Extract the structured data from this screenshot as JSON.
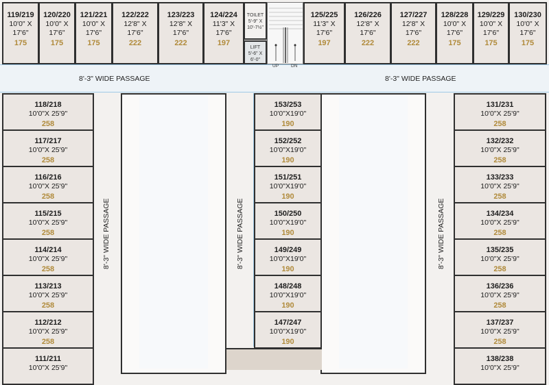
{
  "top_units_left": [
    {
      "no": "119/219",
      "dim1": "10'0\" X",
      "dim2": "17'6\"",
      "area": "175"
    },
    {
      "no": "120/220",
      "dim1": "10'0\" X",
      "dim2": "17'6\"",
      "area": "175"
    },
    {
      "no": "121/221",
      "dim1": "10'0\" X",
      "dim2": "17'6\"",
      "area": "175"
    },
    {
      "no": "122/222",
      "dim1": "12'8\" X",
      "dim2": "17'6\"",
      "area": "222"
    },
    {
      "no": "123/223",
      "dim1": "12'8\" X",
      "dim2": "17'6\"",
      "area": "222"
    },
    {
      "no": "124/224",
      "dim1": "11'3\" X",
      "dim2": "17'6\"",
      "area": "197"
    }
  ],
  "top_units_right": [
    {
      "no": "125/225",
      "dim1": "11'3\" X",
      "dim2": "17'6\"",
      "area": "197"
    },
    {
      "no": "126/226",
      "dim1": "12'8\" X",
      "dim2": "17'6\"",
      "area": "222"
    },
    {
      "no": "127/227",
      "dim1": "12'8\" X",
      "dim2": "17'6\"",
      "area": "222"
    },
    {
      "no": "128/228",
      "dim1": "10'0\" X",
      "dim2": "17'6\"",
      "area": "175"
    },
    {
      "no": "129/229",
      "dim1": "10'0\" X",
      "dim2": "17'6\"",
      "area": "175"
    },
    {
      "no": "130/230",
      "dim1": "10'0\" X",
      "dim2": "17'6\"",
      "area": "175"
    }
  ],
  "toilet": {
    "label": "TOILET",
    "d1": "5'-9\" X",
    "d2": "10'-7½\""
  },
  "lift": {
    "label": "LIFT",
    "d1": "5'-6\" X",
    "d2": "6'-0\""
  },
  "stairs": {
    "up": "UP",
    "dn": "DN"
  },
  "passages": {
    "top_left": "8'-3\" WIDE PASSAGE",
    "top_right": "8'-3\" WIDE PASSAGE",
    "vertical_left": "8'-3\" WIDE PASSAGE",
    "vertical_mid": "8'-3\" WIDE PASSAGE",
    "vertical_right": "8'-3\" WIDE PASSAGE"
  },
  "left_column": [
    {
      "no": "118/218",
      "dim": "10'0\"X 25'9\"",
      "area": "258"
    },
    {
      "no": "117/217",
      "dim": "10'0\"X 25'9\"",
      "area": "258"
    },
    {
      "no": "116/216",
      "dim": "10'0\"X 25'9\"",
      "area": "258"
    },
    {
      "no": "115/215",
      "dim": "10'0\"X 25'9\"",
      "area": "258"
    },
    {
      "no": "114/214",
      "dim": "10'0\"X 25'9\"",
      "area": "258"
    },
    {
      "no": "113/213",
      "dim": "10'0\"X 25'9\"",
      "area": "258"
    },
    {
      "no": "112/212",
      "dim": "10'0\"X 25'9\"",
      "area": "258"
    },
    {
      "no": "111/211",
      "dim": "10'0\"X 25'9\"",
      "area": ""
    }
  ],
  "mid_column": [
    {
      "no": "153/253",
      "dim": "10'0\"X19'0\"",
      "area": "190"
    },
    {
      "no": "152/252",
      "dim": "10'0\"X19'0\"",
      "area": "190"
    },
    {
      "no": "151/251",
      "dim": "10'0\"X19'0\"",
      "area": "190"
    },
    {
      "no": "150/250",
      "dim": "10'0\"X19'0\"",
      "area": "190"
    },
    {
      "no": "149/249",
      "dim": "10'0\"X19'0\"",
      "area": "190"
    },
    {
      "no": "148/248",
      "dim": "10'0\"X19'0\"",
      "area": "190"
    },
    {
      "no": "147/247",
      "dim": "10'0\"X19'0\"",
      "area": "190"
    }
  ],
  "right_column": [
    {
      "no": "131/231",
      "dim": "10'0\"X 25'9\"",
      "area": "258"
    },
    {
      "no": "132/232",
      "dim": "10'0\"X 25'9\"",
      "area": "258"
    },
    {
      "no": "133/233",
      "dim": "10'0\"X 25'9\"",
      "area": "258"
    },
    {
      "no": "134/234",
      "dim": "10'0\"X 25'9\"",
      "area": "258"
    },
    {
      "no": "135/235",
      "dim": "10'0\"X 25'9\"",
      "area": "258"
    },
    {
      "no": "136/236",
      "dim": "10'0\"X 25'9\"",
      "area": "258"
    },
    {
      "no": "137/237",
      "dim": "10'0\"X 25'9\"",
      "area": "258"
    },
    {
      "no": "138/238",
      "dim": "10'0\"X 25'9\"",
      "area": ""
    }
  ]
}
